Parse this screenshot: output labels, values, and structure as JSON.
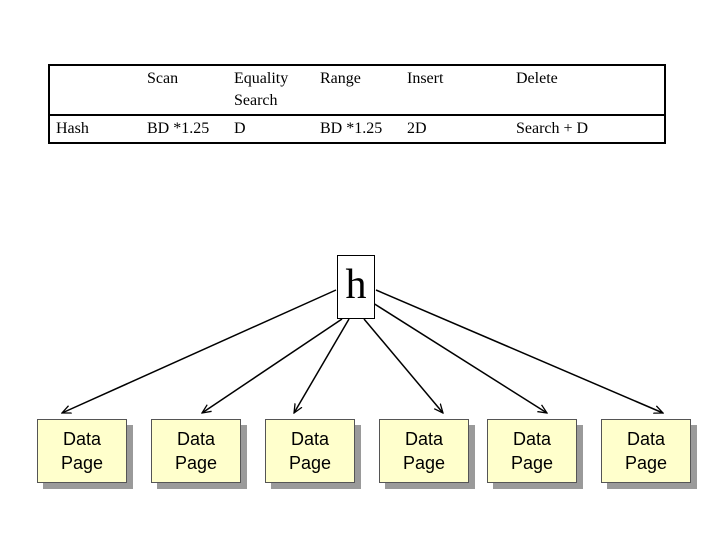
{
  "table": {
    "headers": [
      "Scan",
      "Equality\nSearch",
      "Range",
      "Insert",
      "Delete"
    ],
    "row": {
      "label": "Hash",
      "cells": [
        "BD *1.25",
        "D",
        "BD *1.25",
        "2D",
        "Search + D"
      ]
    }
  },
  "hash_node": {
    "label": "h"
  },
  "data_pages": [
    {
      "label": "Data\nPage"
    },
    {
      "label": "Data\nPage"
    },
    {
      "label": "Data\nPage"
    },
    {
      "label": "Data\nPage"
    },
    {
      "label": "Data\nPage"
    },
    {
      "label": "Data\nPage"
    }
  ]
}
